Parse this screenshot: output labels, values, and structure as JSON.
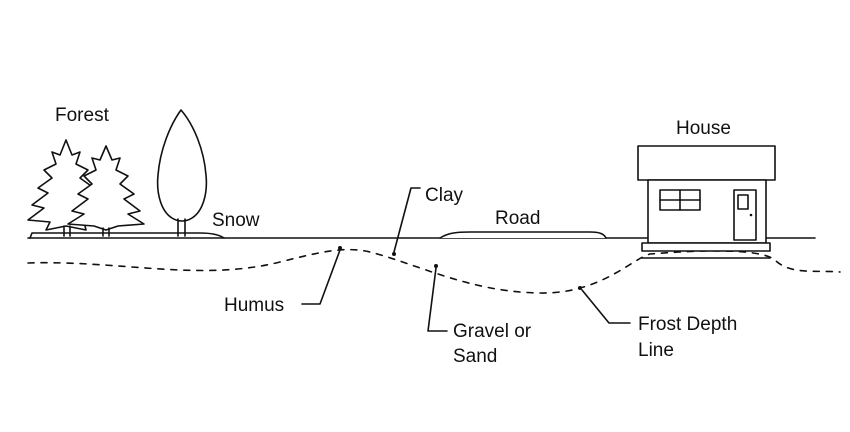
{
  "labels": {
    "forest": "Forest",
    "snow": "Snow",
    "clay": "Clay",
    "road": "Road",
    "house": "House",
    "humus": "Humus",
    "gravel_line1": "Gravel or",
    "gravel_line2": "Sand",
    "frost_line1": "Frost Depth",
    "frost_line2": "Line"
  },
  "colors": {
    "ink": "#111111",
    "background": "#ffffff"
  }
}
